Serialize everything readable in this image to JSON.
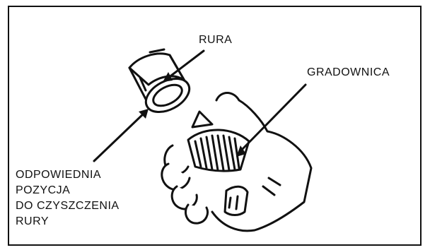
{
  "labels": {
    "rura": "RURA",
    "gradownica": "GRADOWNICA",
    "pozycja": [
      "ODPOWIEDNIA",
      "POZYCJA",
      "DO CZYSZCZENIA",
      "RURY"
    ]
  }
}
